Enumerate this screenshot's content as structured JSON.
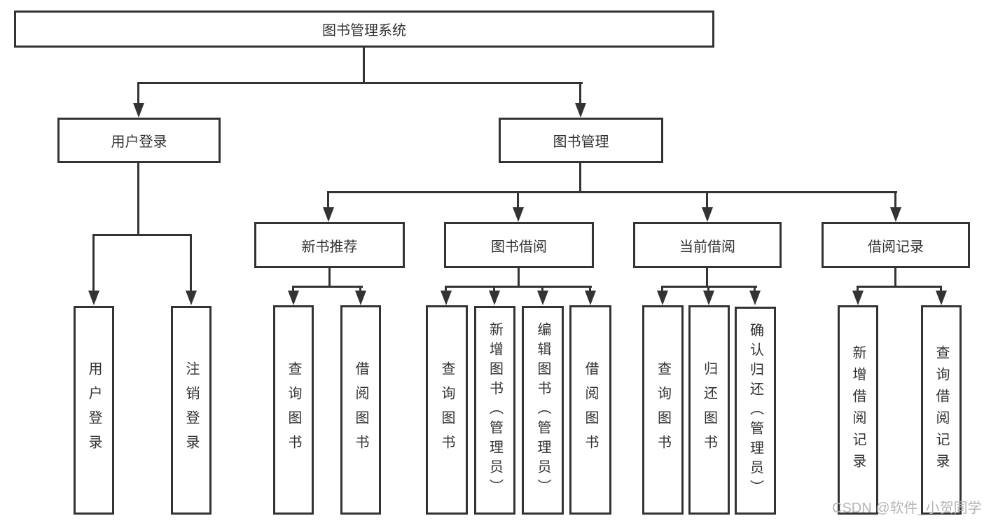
{
  "diagram": {
    "root": "图书管理系统",
    "level1": {
      "user_login": "用户登录",
      "book_mgmt": "图书管理"
    },
    "level2": {
      "new_book": "新书推荐",
      "book_borrow": "图书借阅",
      "current_borrow": "当前借阅",
      "borrow_record": "借阅记录"
    },
    "user_login_children": [
      "用户登录",
      "注销登录"
    ],
    "new_book_children": [
      "查询图书",
      "借阅图书"
    ],
    "book_borrow_children": [
      "查询图书",
      "新增图书（管理员）",
      "编辑图书（管理员）",
      "借阅图书"
    ],
    "current_borrow_children": [
      "查询图书",
      "归还图书",
      "确认归还（管理员）"
    ],
    "borrow_record_children": [
      "新增借阅记录",
      "查询借阅记录"
    ],
    "watermark": "CSDN @软件_小贺同学",
    "colors": {
      "line": "#333333",
      "text": "#333333",
      "watermark": "#b5b5b5",
      "background": "#ffffff"
    }
  }
}
